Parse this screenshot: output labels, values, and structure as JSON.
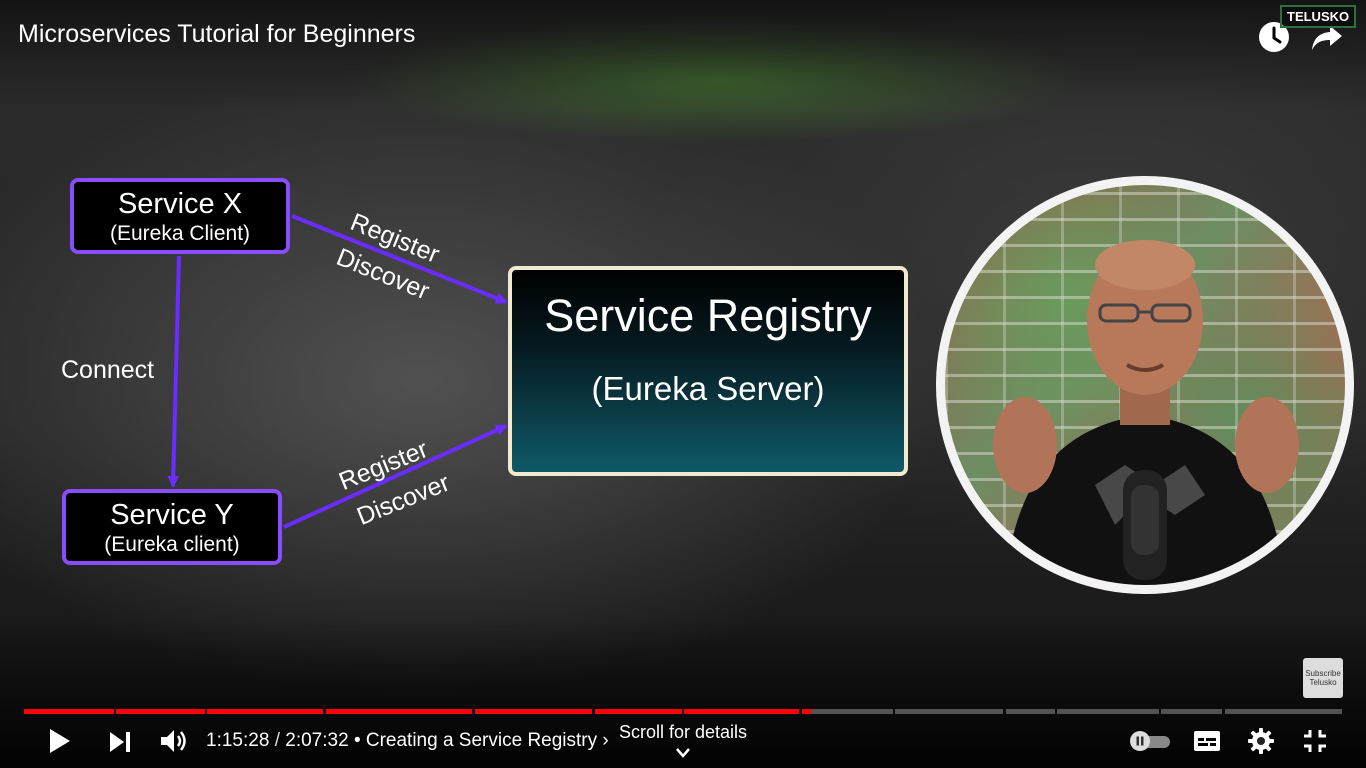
{
  "header": {
    "title": "Microservices Tutorial for Beginners",
    "watch_later_icon": "clock-icon",
    "share_icon": "share-arrow-icon",
    "watermark": "TELUSKO"
  },
  "slide": {
    "service_x": {
      "title": "Service X",
      "subtitle": "(Eureka Client)"
    },
    "service_y": {
      "title": "Service Y",
      "subtitle": "(Eureka client)"
    },
    "registry": {
      "title": "Service Registry",
      "subtitle": "(Eureka Server)"
    },
    "connect_label": "Connect",
    "top_labels": {
      "register": "Register",
      "discover": "Discover"
    },
    "bottom_labels": {
      "register": "Register",
      "discover": "Discover"
    },
    "arrow_color": "#6a2cff",
    "box_border_color": "#8a4cff"
  },
  "subscribe": {
    "line1": "Subscribe",
    "line2": "Telusko"
  },
  "progress": {
    "played_fraction": 0.5975,
    "played_color": "#ff0000",
    "chapters": [
      {
        "start": 0.0,
        "end": 0.068
      },
      {
        "start": 0.07,
        "end": 0.137
      },
      {
        "start": 0.139,
        "end": 0.227
      },
      {
        "start": 0.229,
        "end": 0.34
      },
      {
        "start": 0.342,
        "end": 0.431
      },
      {
        "start": 0.433,
        "end": 0.499
      },
      {
        "start": 0.501,
        "end": 0.588
      },
      {
        "start": 0.59,
        "end": 0.659
      },
      {
        "start": 0.661,
        "end": 0.743
      },
      {
        "start": 0.745,
        "end": 0.782
      },
      {
        "start": 0.784,
        "end": 0.861
      },
      {
        "start": 0.863,
        "end": 0.909
      },
      {
        "start": 0.911,
        "end": 1.0
      }
    ]
  },
  "controls": {
    "current_time": "1:15:28",
    "separator": "/",
    "duration": "2:07:32",
    "chapter": "• Creating a Service Registry ›",
    "scroll_hint": "Scroll for details",
    "autoplay": "paused"
  }
}
